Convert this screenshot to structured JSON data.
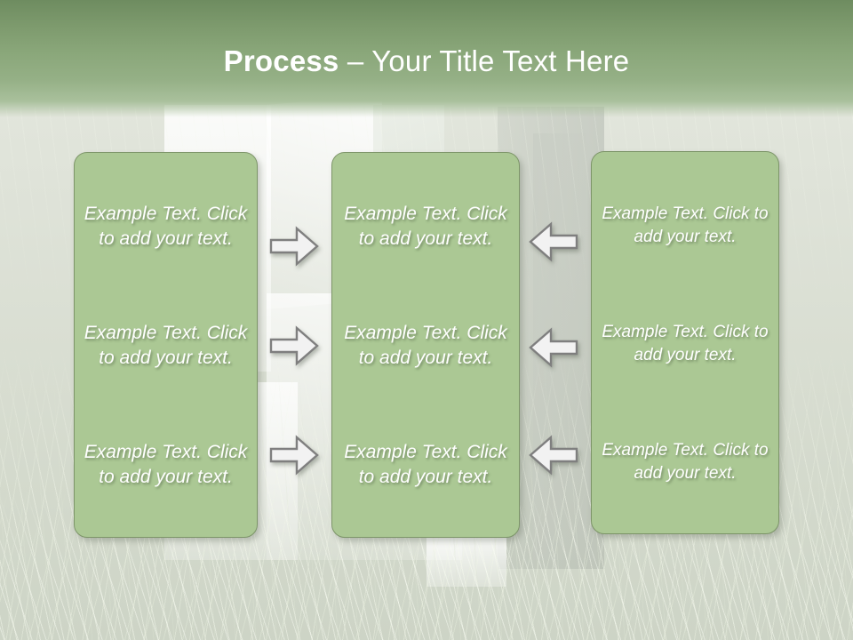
{
  "slide": {
    "title_bold": "Process",
    "title_separator": " – ",
    "title_rest": "Your Title Text Here",
    "theme": {
      "header_top": "#6e8c60",
      "header_bottom": "#a9c09c",
      "box_fill": "#abc894",
      "box_border": "#7d9569",
      "text_color": "#ffffff",
      "arrow_fill": "#f2f2f2",
      "arrow_stroke": "#7f7f7f",
      "background": "#d8ddd2"
    }
  },
  "columns": [
    {
      "id": "col1",
      "name": "left-column",
      "cells": [
        "Example Text. Click  to add your text.",
        "Example Text. Click  to add your text.",
        "Example Text. Click  to add your text."
      ]
    },
    {
      "id": "col2",
      "name": "middle-column",
      "cells": [
        "Example Text. Click  to add your text.",
        "Example Text. Click  to add your text.",
        "Example Text. Click  to add your text."
      ]
    },
    {
      "id": "col3",
      "name": "right-column",
      "cells": [
        "Example Text. Click  to add your text.",
        "Example Text. Click  to add your text.",
        "Example Text. Click  to add your text."
      ]
    }
  ],
  "arrows": [
    {
      "id": "r1",
      "icon": "arrow-right-icon",
      "direction": "right",
      "row": 1
    },
    {
      "id": "r2",
      "icon": "arrow-right-icon",
      "direction": "right",
      "row": 2
    },
    {
      "id": "r3",
      "icon": "arrow-right-icon",
      "direction": "right",
      "row": 3
    },
    {
      "id": "l1",
      "icon": "arrow-left-icon",
      "direction": "left",
      "row": 1
    },
    {
      "id": "l2",
      "icon": "arrow-left-icon",
      "direction": "left",
      "row": 2
    },
    {
      "id": "l3",
      "icon": "arrow-left-icon",
      "direction": "left",
      "row": 3
    }
  ]
}
